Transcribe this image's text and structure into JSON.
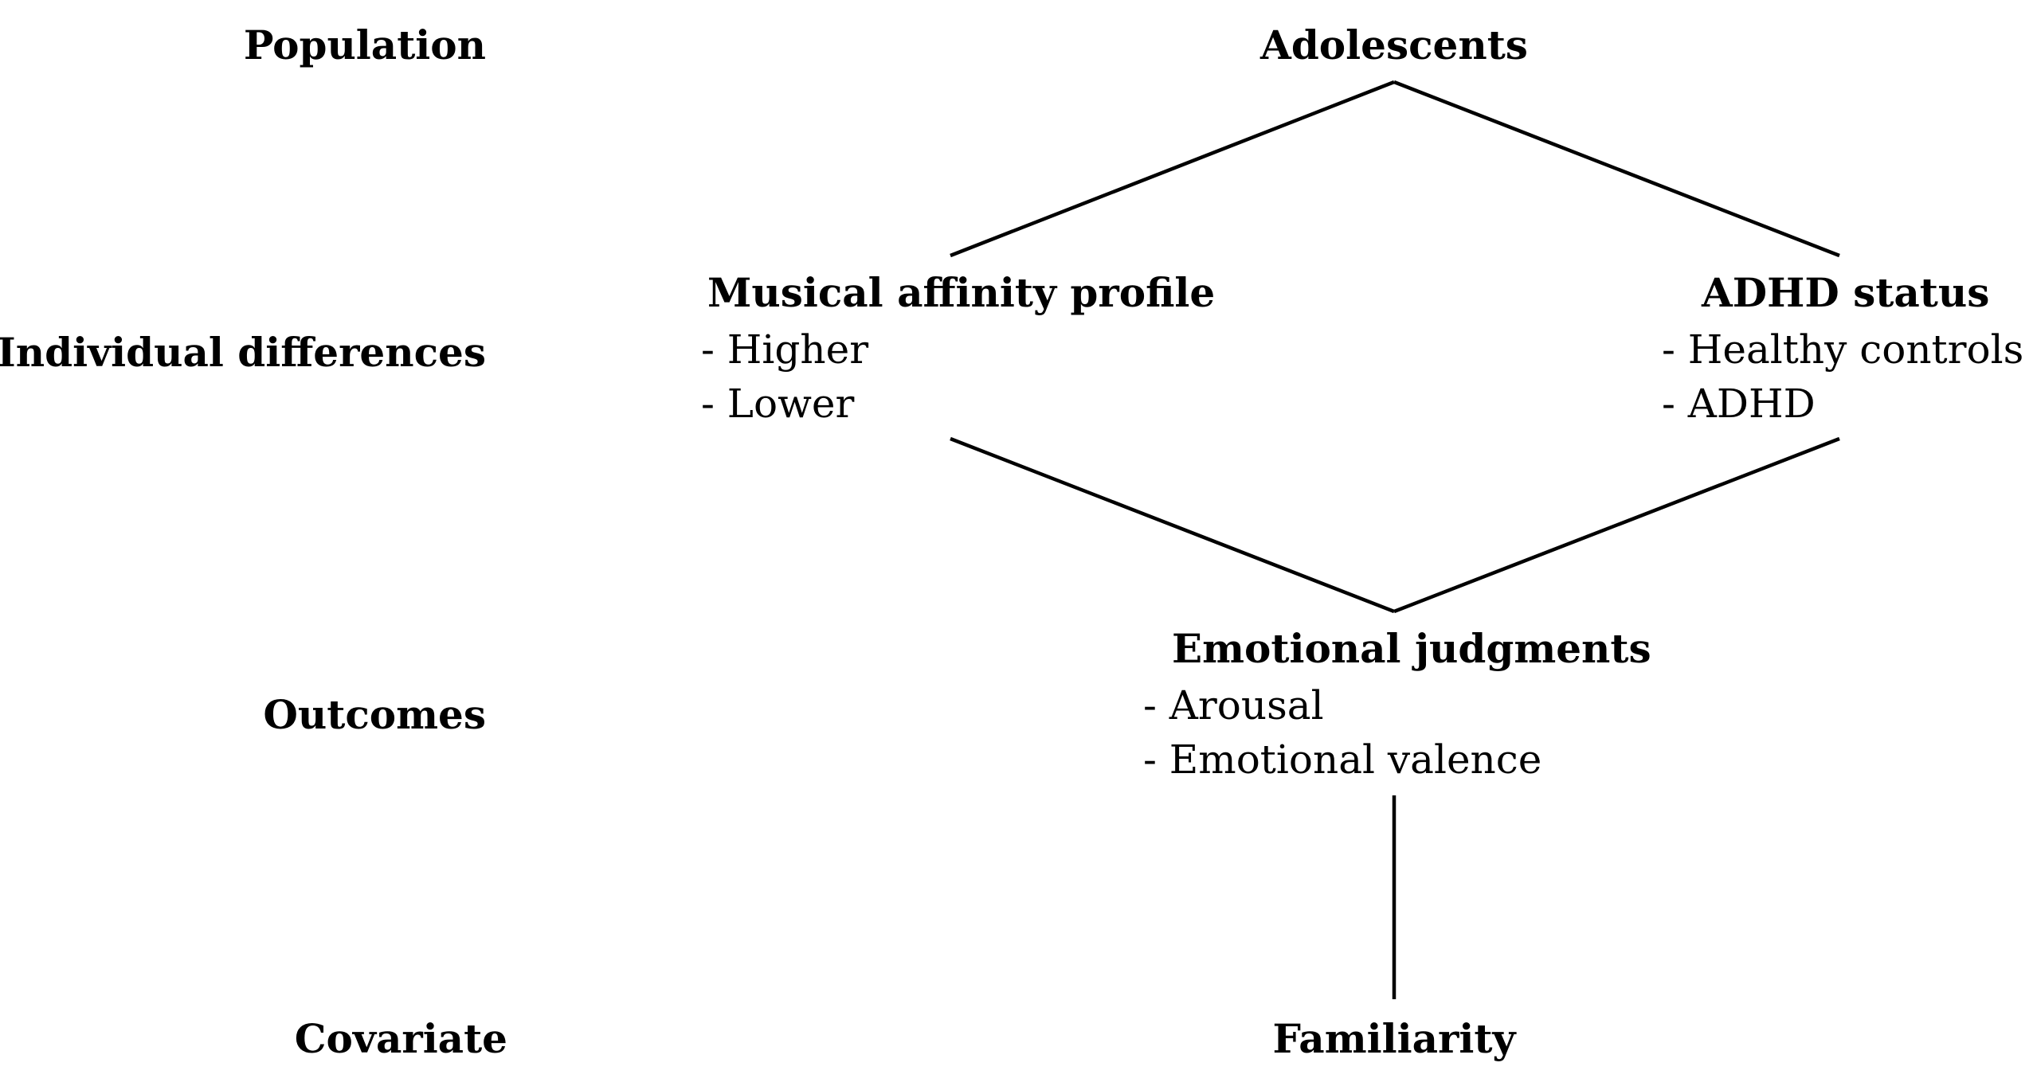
{
  "row_labels": {
    "population": "Population",
    "individual_differences": "Individual differences",
    "outcomes": "Outcomes",
    "covariate": "Covariate"
  },
  "nodes": {
    "adolescents": {
      "title": "Adolescents"
    },
    "musical_affinity": {
      "title": "Musical affinity profile",
      "items": [
        "Higher",
        "Lower"
      ]
    },
    "adhd_status": {
      "title": "ADHD status",
      "items": [
        "Healthy controls",
        "ADHD"
      ]
    },
    "emotional_judgments": {
      "title": "Emotional judgments",
      "items": [
        "Arousal",
        "Emotional valence"
      ]
    },
    "familiarity": {
      "title": "Familiarity"
    }
  }
}
